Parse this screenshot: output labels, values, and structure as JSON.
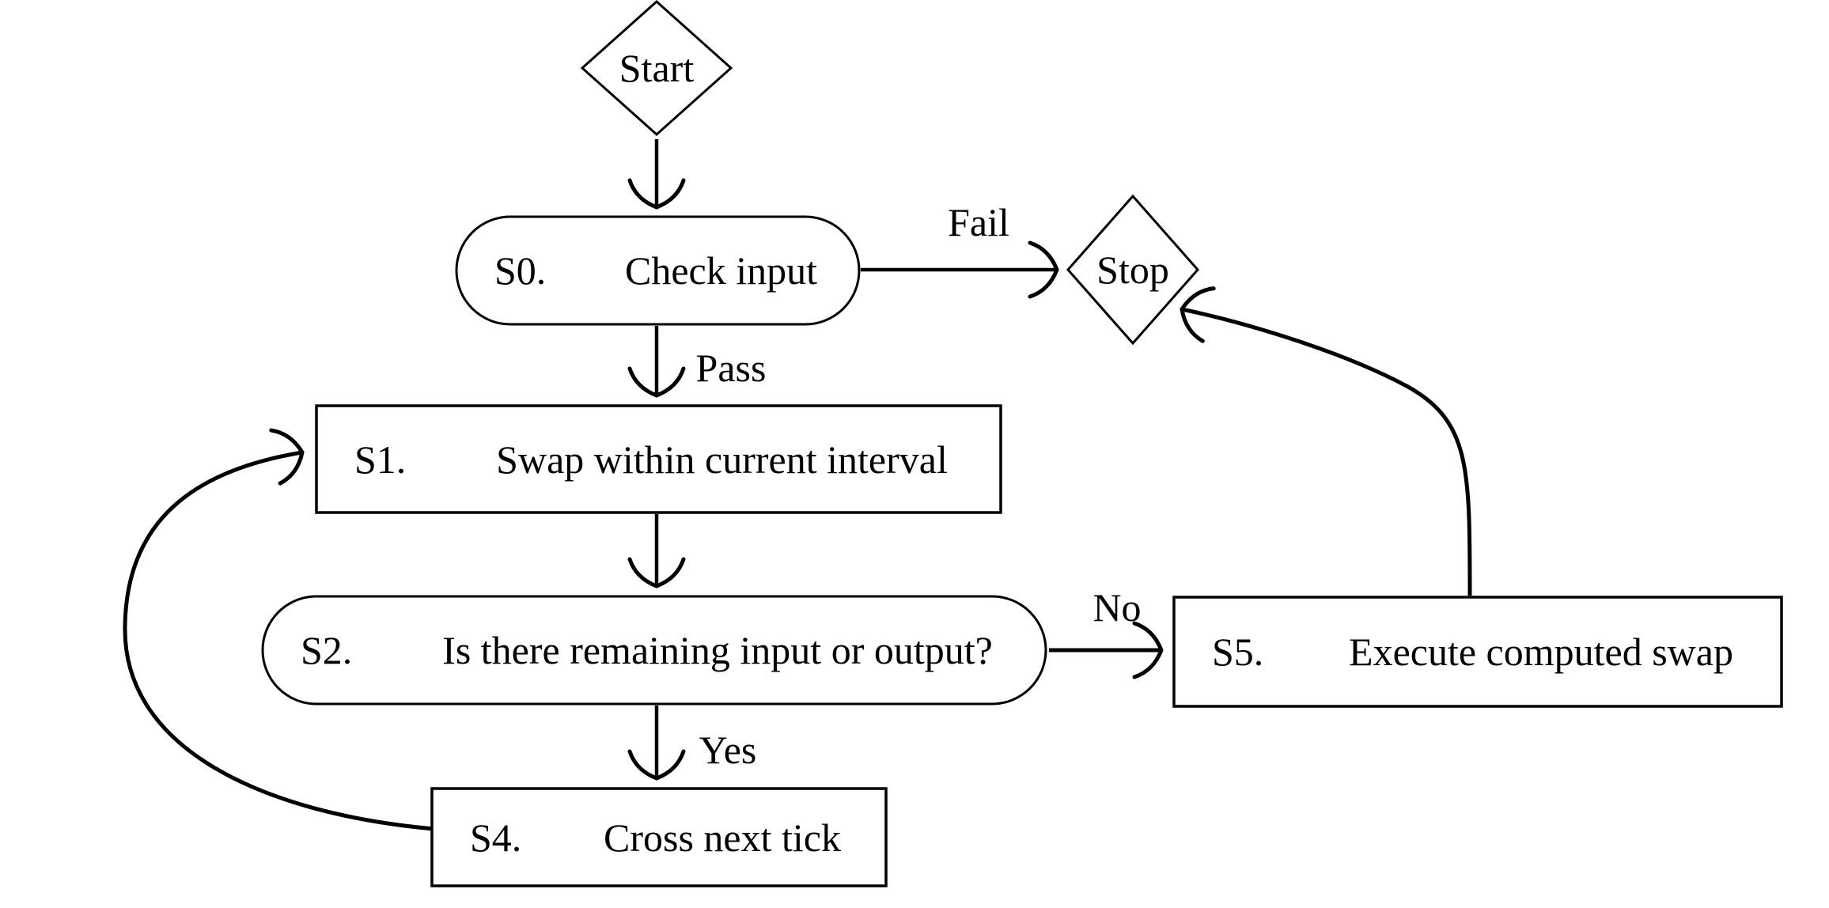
{
  "diagram": {
    "type": "flowchart",
    "colors": {
      "stroke": "#000000",
      "background": "#ffffff",
      "text": "#000000"
    },
    "nodes": [
      {
        "id": "start",
        "shape": "diamond",
        "number": "",
        "label": "Start"
      },
      {
        "id": "s0",
        "shape": "stadium",
        "number": "S0.",
        "label": "Check input"
      },
      {
        "id": "s1",
        "shape": "rect",
        "number": "S1.",
        "label": "Swap within current interval"
      },
      {
        "id": "s2",
        "shape": "stadium",
        "number": "S2.",
        "label": "Is there remaining input or output?"
      },
      {
        "id": "s4",
        "shape": "rect",
        "number": "S4.",
        "label": "Cross next tick"
      },
      {
        "id": "s5",
        "shape": "rect",
        "number": "S5.",
        "label": "Execute computed swap"
      },
      {
        "id": "stop",
        "shape": "diamond",
        "number": "",
        "label": "Stop"
      }
    ],
    "edges": [
      {
        "from": "start",
        "to": "s0",
        "label": ""
      },
      {
        "from": "s0",
        "to": "stop",
        "label": "Fail"
      },
      {
        "from": "s0",
        "to": "s1",
        "label": "Pass"
      },
      {
        "from": "s1",
        "to": "s2",
        "label": ""
      },
      {
        "from": "s2",
        "to": "s5",
        "label": "No"
      },
      {
        "from": "s2",
        "to": "s4",
        "label": "Yes"
      },
      {
        "from": "s4",
        "to": "s1",
        "label": ""
      },
      {
        "from": "s5",
        "to": "stop",
        "label": ""
      }
    ]
  }
}
